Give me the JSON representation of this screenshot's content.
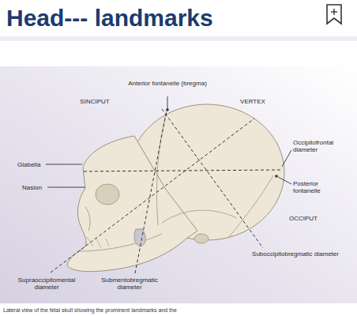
{
  "diagram": {
    "title": "Head--- landmarks",
    "caption": "Lateral view of the fetal skull showing the prominent landmarks and the",
    "labels": [
      "Anterior fontanelle (bregma)",
      "SINCIPUT",
      "VERTEX",
      "Occipitofrontal diameter",
      "Glabella",
      "Nasion",
      "Posterior fontanelle",
      "OCCIPUT",
      "Suboccipitobregmatic diameter",
      "Supraoccipitomental diameter",
      "Submentobregmatic diameter"
    ]
  }
}
